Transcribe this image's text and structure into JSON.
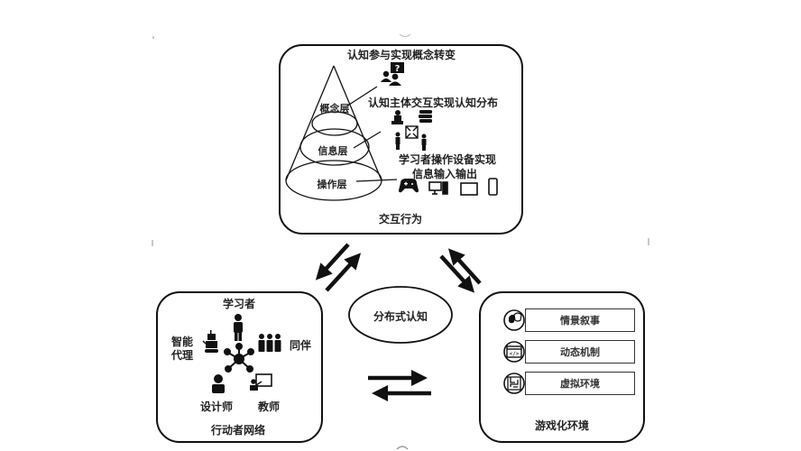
{
  "interaction_box": {
    "title": "交互行为",
    "layers": [
      {
        "name": "概念层",
        "description": "认知参与实现概念转变",
        "icon": "people-question-icon"
      },
      {
        "name": "信息层",
        "description": "认知主体交互实现认知分布",
        "icon": "robot-books-people-network-icon"
      },
      {
        "name": "操作层",
        "description_lines": [
          "学习者操作设备实现",
          "信息输入输出"
        ],
        "icons": [
          "gamepad-icon",
          "desktop-computer-icon",
          "tablet-icon",
          "smartphone-icon"
        ]
      }
    ]
  },
  "center": {
    "label": "分布式认知"
  },
  "actor_network": {
    "title": "行动者网络",
    "actors": [
      {
        "label": "学习者",
        "icon": "person-icon"
      },
      {
        "label": "同伴",
        "icon": "group-icon"
      },
      {
        "label": "教师",
        "icon": "teacher-icon"
      },
      {
        "label": "设计师",
        "icon": "designer-icon"
      },
      {
        "label_lines": [
          "智能",
          "代理"
        ],
        "icon": "robot-icon"
      }
    ],
    "hub_icon": "network-hub-icon"
  },
  "gamified_env": {
    "title": "游戏化环境",
    "items": [
      {
        "label": "情景叙事",
        "icon": "theater-masks-icon"
      },
      {
        "label": "动态机制",
        "icon": "code-window-icon"
      },
      {
        "label": "虚拟环境",
        "icon": "maze-icon"
      }
    ]
  },
  "colors": {
    "stroke": "#111111",
    "text": "#222222",
    "background": "#ffffff"
  }
}
